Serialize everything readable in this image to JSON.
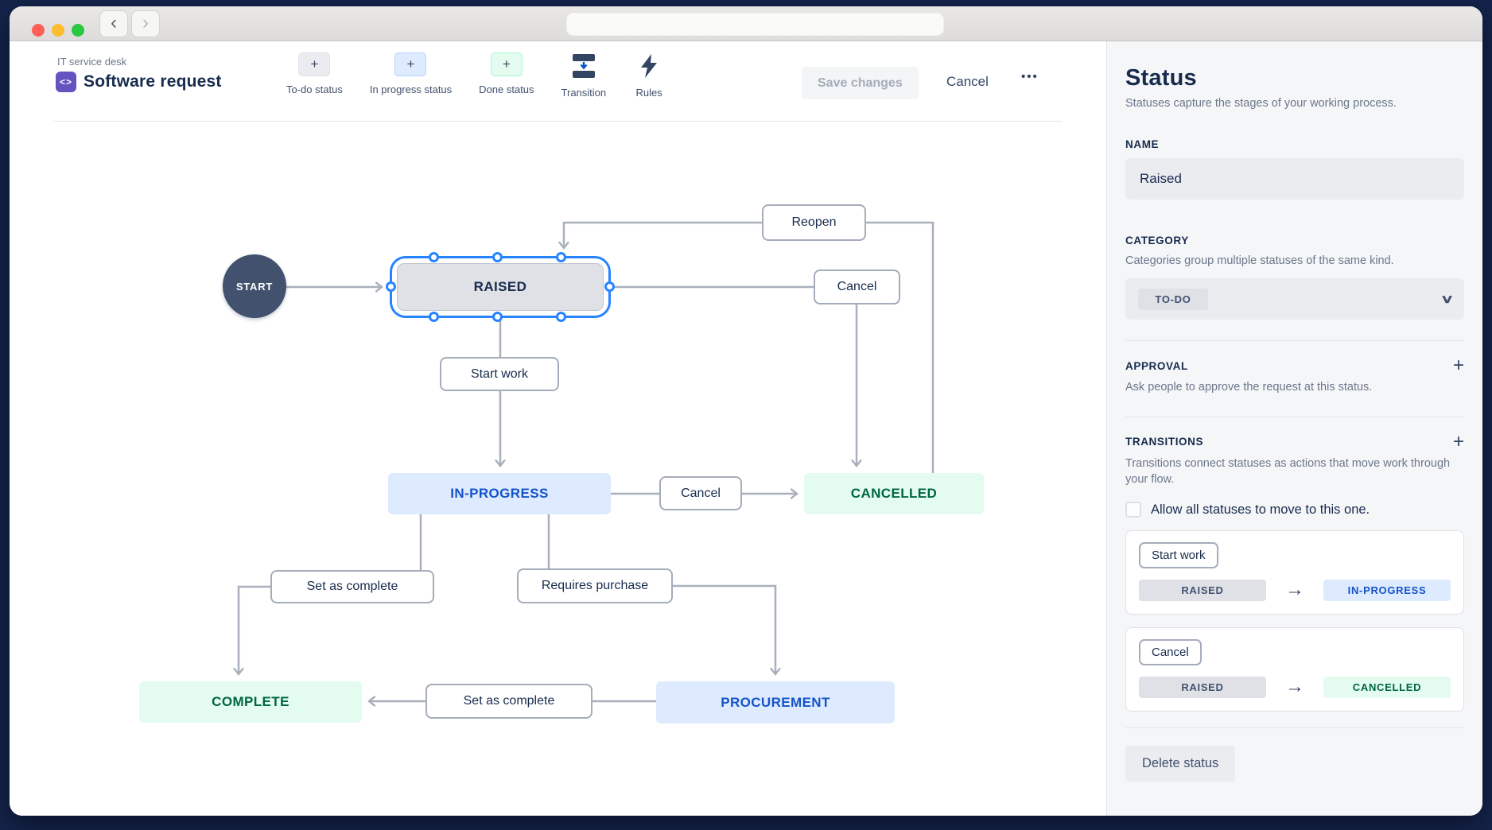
{
  "chrome": {
    "url_value": "",
    "back": "‹",
    "forward": "›"
  },
  "header": {
    "breadcrumb": "IT service desk",
    "project_icon_glyph": "<>",
    "title": "Software request",
    "toolbar": [
      {
        "label": "To-do status"
      },
      {
        "label": "In progress status"
      },
      {
        "label": "Done status"
      },
      {
        "label": "Transition"
      },
      {
        "label": "Rules"
      }
    ],
    "save_label": "Save changes",
    "cancel_label": "Cancel",
    "more_label": "•••"
  },
  "diagram": {
    "nodes": {
      "start": "START",
      "raised": "RAISED",
      "in_progress": "IN-PROGRESS",
      "cancelled": "CANCELLED",
      "complete": "COMPLETE",
      "procurement": "PROCUREMENT"
    },
    "transition_labels": {
      "reopen": "Reopen",
      "cancel_top": "Cancel",
      "start_work": "Start work",
      "cancel_mid": "Cancel",
      "set_as_complete_mid": "Set as complete",
      "requires_purchase": "Requires purchase",
      "set_as_complete_bottom": "Set as complete"
    }
  },
  "panel": {
    "title": "Status",
    "subtitle": "Statuses capture the stages of your working process.",
    "name_label": "NAME",
    "name_value": "Raised",
    "category_label": "CATEGORY",
    "category_desc": "Categories group multiple statuses of the same kind.",
    "category_value": "TO-DO",
    "approval_label": "APPROVAL",
    "approval_add": "+",
    "approval_desc": "Ask people to approve the request at this status.",
    "transitions_label": "TRANSITIONS",
    "transitions_add": "+",
    "transitions_desc": "Transitions connect statuses as actions that move work through your flow.",
    "allow_all_label": "Allow all statuses to move to this one.",
    "cards": [
      {
        "action": "Start work",
        "from": "RAISED",
        "to": "IN-PROGRESS",
        "arrow": "→"
      },
      {
        "action": "Cancel",
        "from": "RAISED",
        "to": "CANCELLED",
        "arrow": "→"
      }
    ],
    "delete_label": "Delete status"
  },
  "colors": {
    "selection_blue": "#2684FF",
    "status_blue_bg": "#DEEBFF",
    "status_blue_text": "#1453C8",
    "status_green_bg": "#E3FCEF",
    "status_green_text": "#006644",
    "status_gray_bg": "#DFE1E6",
    "start_node": "#42526E",
    "connector": "#A9B0BC",
    "panel_bg": "#F5F6F8",
    "frame_bg": "#14234A",
    "project_purple": "#6554C0"
  }
}
